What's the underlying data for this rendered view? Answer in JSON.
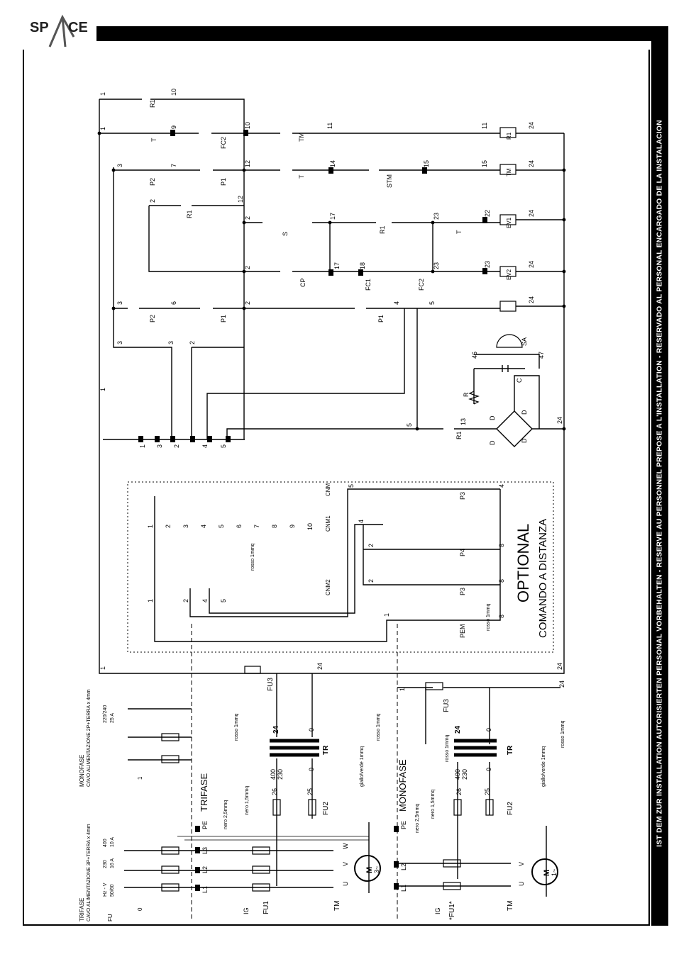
{
  "header": {
    "logo_left": "SP",
    "logo_right": "CE",
    "side_notice": "IST DEM ZUR INSTALLATION AUTORISIERTEN PERSONAL VORBEHALTEN - RESERVE AU PERSONNEL PREPOSE A L'INSTALLATION - RESERVADO AL PERSONAL ENCARGADO DE LA INSTALACION"
  },
  "supply": {
    "trifase_title": "TRIFASE",
    "trifase_cable": "CAVO ALIMENTAZIONE 3P+TERRA x 4mm",
    "monofase_title": "MONOFASE",
    "monofase_cable": "CAVO ALIMENTAZIONE 2P+TERRA x 4mm",
    "fu": "FU",
    "hz_v": "Hz - V",
    "v230": "230",
    "v400": "400",
    "hz5060": "50/60",
    "a16": "16 A",
    "a10": "10 A",
    "v220240": "220/240",
    "a25": "25 A",
    "zero": "0",
    "one": "1"
  },
  "sections": {
    "trifase": "TRIFASE",
    "monofase": "MONOFASE",
    "optional": "OPTIONAL",
    "comando": "COMANDO A DISTANZA"
  },
  "components": {
    "pe": "PE",
    "l1": "L1",
    "l2": "L2",
    "l3": "L3",
    "ig": "IG",
    "fu1": "FU1",
    "fu1_mono": "*FU1*",
    "fu2": "FU2",
    "fu3": "FU3",
    "tr": "TR",
    "tm": "TM",
    "u": "U",
    "v": "V",
    "w": "W",
    "motor": "M",
    "motor3": "3~",
    "motor1": "1~",
    "cnm1": "CNM1",
    "cnm2": "CNM2",
    "cnm": "CNM",
    "p3": "P3",
    "p4": "P4",
    "pem": "PEM",
    "sa": "SA",
    "c": "C",
    "r": "R",
    "d": "D",
    "r1": "R1",
    "t": "T",
    "fc1": "FC1",
    "fc2": "FC2",
    "p1": "P1",
    "p2": "P2",
    "stm": "STM",
    "s": "S",
    "cp": "CP",
    "ev1": "EV1",
    "ev2": "EV2"
  },
  "wire_labels": {
    "nero25": "nero 2,5mmq",
    "nero15": "nero 1,5mmq",
    "rosso1": "rosso 1mmq",
    "giallo1": "giallo/verde 1mmq",
    "n400": "400",
    "n230": "230",
    "n24": "24",
    "n0": "0",
    "n25": "25",
    "n26": "26"
  },
  "terminals": {
    "n1": "1",
    "n2": "2",
    "n3": "3",
    "n4": "4",
    "n5": "5",
    "n6": "6",
    "n7": "7",
    "n8": "8",
    "n9": "9",
    "n10": "10",
    "n11": "11",
    "n12": "12",
    "n13": "13",
    "n14": "14",
    "n15": "15",
    "n17": "17",
    "n18": "18",
    "n22": "22",
    "n23": "23",
    "n24": "24",
    "n46": "46",
    "n47": "47"
  }
}
